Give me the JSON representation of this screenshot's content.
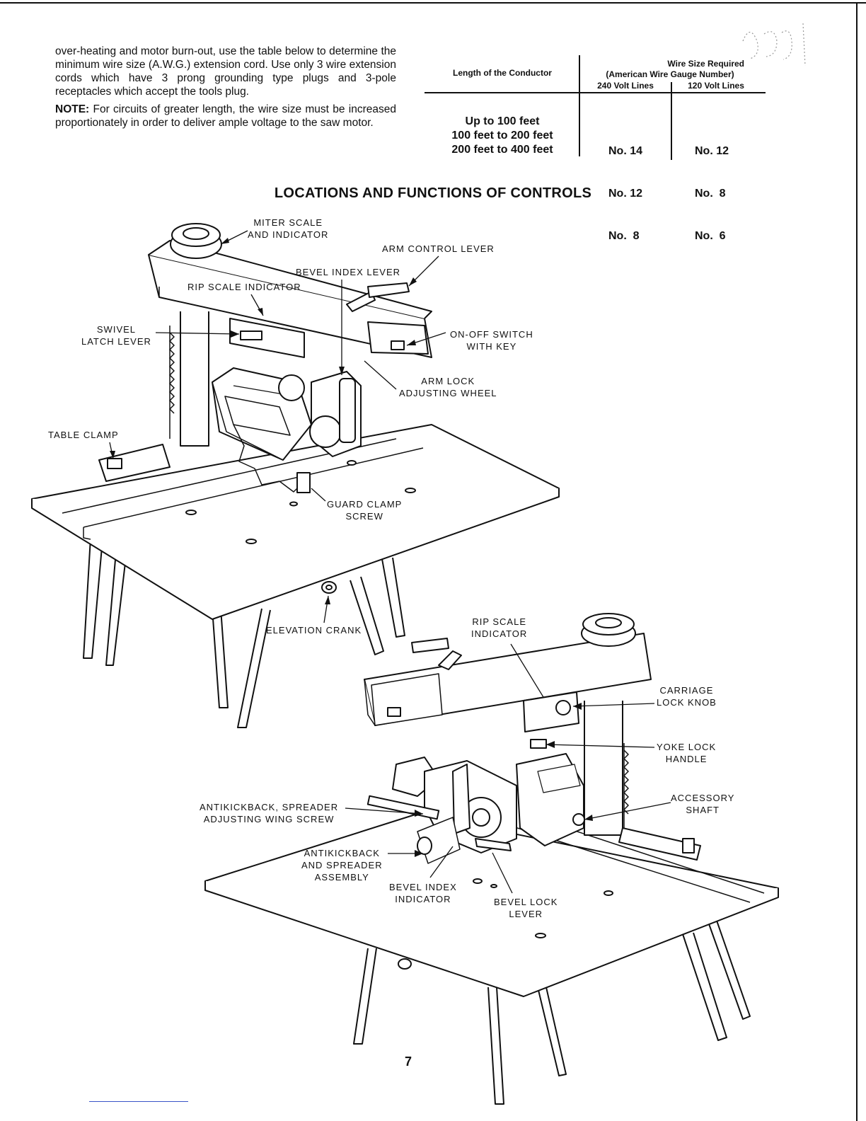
{
  "intro": {
    "paragraph": "over-heating and motor burn-out, use the table below to determine the minimum wire size (A.W.G.) extension cord. Use only 3 wire extension cords which have 3 prong grounding type plugs and 3-pole receptacles which accept the tools plug.",
    "note_label": "NOTE:",
    "note_text": " For circuits of greater length, the wire size must be increased proportionately in order to deliver ample voltage to the saw motor."
  },
  "wire_table": {
    "col1_header": "Length of the Conductor",
    "group_header_line1": "Wire Size Required",
    "group_header_line2": "(American Wire Gauge Number)",
    "col2_header": "240 Volt Lines",
    "col3_header": "120 Volt Lines",
    "rows": [
      {
        "length": "Up to 100 feet",
        "v240": "No. 14",
        "v120": "No. 12"
      },
      {
        "length": "100 feet to 200 feet",
        "v240": "No. 12",
        "v120": "No.  8"
      },
      {
        "length": "200 feet to 400 feet",
        "v240": "No.  8",
        "v120": "No.  6"
      }
    ]
  },
  "section_title": "LOCATIONS AND FUNCTIONS OF CONTROLS",
  "callouts": {
    "miter_scale": [
      "MITER SCALE",
      "AND INDICATOR"
    ],
    "arm_control_lever": [
      "ARM CONTROL LEVER"
    ],
    "bevel_index_lever": [
      "BEVEL INDEX LEVER"
    ],
    "rip_scale_indicator_top": [
      "RIP SCALE INDICATOR"
    ],
    "swivel_latch_lever": [
      "SWIVEL",
      "LATCH LEVER"
    ],
    "on_off_switch": [
      "ON-OFF SWITCH",
      "WITH KEY"
    ],
    "arm_lock_wheel": [
      "ARM LOCK",
      "ADJUSTING WHEEL"
    ],
    "table_clamp": [
      "TABLE CLAMP"
    ],
    "guard_clamp_screw": [
      "GUARD CLAMP",
      "SCREW"
    ],
    "elevation_crank": [
      "ELEVATION CRANK"
    ],
    "rip_scale_indicator_bottom": [
      "RIP SCALE",
      "INDICATOR"
    ],
    "carriage_lock_knob": [
      "CARRIAGE",
      "LOCK KNOB"
    ],
    "yoke_lock_handle": [
      "YOKE LOCK",
      "HANDLE"
    ],
    "accessory_shaft": [
      "ACCESSORY",
      "SHAFT"
    ],
    "antikickback_wing_screw": [
      "ANTIKICKBACK, SPREADER",
      "ADJUSTING WING SCREW"
    ],
    "antikickback_assembly": [
      "ANTIKICKBACK",
      "AND SPREADER",
      "ASSEMBLY"
    ],
    "bevel_index_indicator": [
      "BEVEL INDEX",
      "INDICATOR"
    ],
    "bevel_lock_lever": [
      "BEVEL LOCK",
      "LEVER"
    ]
  },
  "page_number": "7"
}
